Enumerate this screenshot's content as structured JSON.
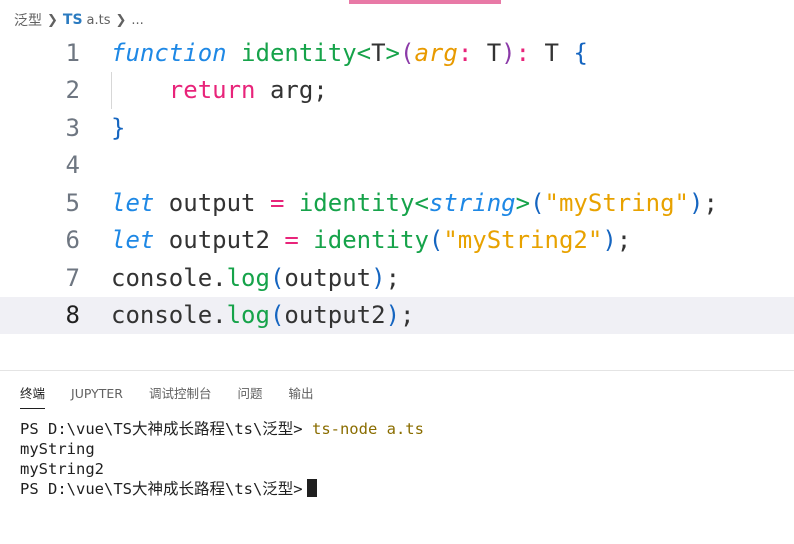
{
  "breadcrumb": {
    "folder": "泛型",
    "lang_badge": "TS",
    "file": "a.ts",
    "more": "..."
  },
  "editor": {
    "current_line": 8,
    "lines": [
      {
        "number": "1"
      },
      {
        "number": "2"
      },
      {
        "number": "3"
      },
      {
        "number": "4"
      },
      {
        "number": "5"
      },
      {
        "number": "6"
      },
      {
        "number": "7"
      },
      {
        "number": "8"
      }
    ],
    "tokens": {
      "l1_function": "function",
      "l1_name": "identity",
      "l1_lt": "<",
      "l1_T": "T",
      "l1_gt": ">",
      "l1_lparen": "(",
      "l1_arg": "arg",
      "l1_colon": ":",
      "l1_T2": " T",
      "l1_rparen": ")",
      "l1_colon2": ":",
      "l1_T3": " T ",
      "l1_brace": "{",
      "l2_return": "return",
      "l2_rest": " arg;",
      "l3_brace": "}",
      "l5_let": "let",
      "l5_var": " output ",
      "l5_eq": "=",
      "l5_fn": " identity",
      "l5_lt": "<",
      "l5_type": "string",
      "l5_gt": ">",
      "l5_lparen": "(",
      "l5_str": "\"myString\"",
      "l5_rparen": ")",
      "l5_semi": ";",
      "l6_let": "let",
      "l6_var": " output2 ",
      "l6_eq": "=",
      "l6_fn": " identity",
      "l6_lparen": "(",
      "l6_str": "\"myString2\"",
      "l6_rparen": ")",
      "l6_semi": ";",
      "l7_console": "console.",
      "l7_log": "log",
      "l7_lparen": "(",
      "l7_arg": "output",
      "l7_rparen": ")",
      "l7_semi": ";",
      "l8_console": "console.",
      "l8_log": "log",
      "l8_lparen": "(",
      "l8_arg": "output2",
      "l8_rparen": ")",
      "l8_semi": ";"
    }
  },
  "panel": {
    "tabs": [
      {
        "label": "终端",
        "active": true
      },
      {
        "label": "JUPYTER",
        "active": false
      },
      {
        "label": "调试控制台",
        "active": false
      },
      {
        "label": "问题",
        "active": false
      },
      {
        "label": "输出",
        "active": false
      }
    ]
  },
  "terminal": {
    "prompt1": "PS D:\\vue\\TS大神成长路程\\ts\\泛型> ",
    "command1": "ts-node a.ts",
    "output1": "myString",
    "output2": "myString2",
    "prompt2": "PS D:\\vue\\TS大神成长路程\\ts\\泛型>"
  },
  "colors": {
    "keyword": "#1e88e5",
    "return_keyword": "#e8247a",
    "function_name": "#16a34a",
    "string": "#e8a200",
    "parameter": "#e89a00",
    "tab_accent": "#e879a6"
  }
}
